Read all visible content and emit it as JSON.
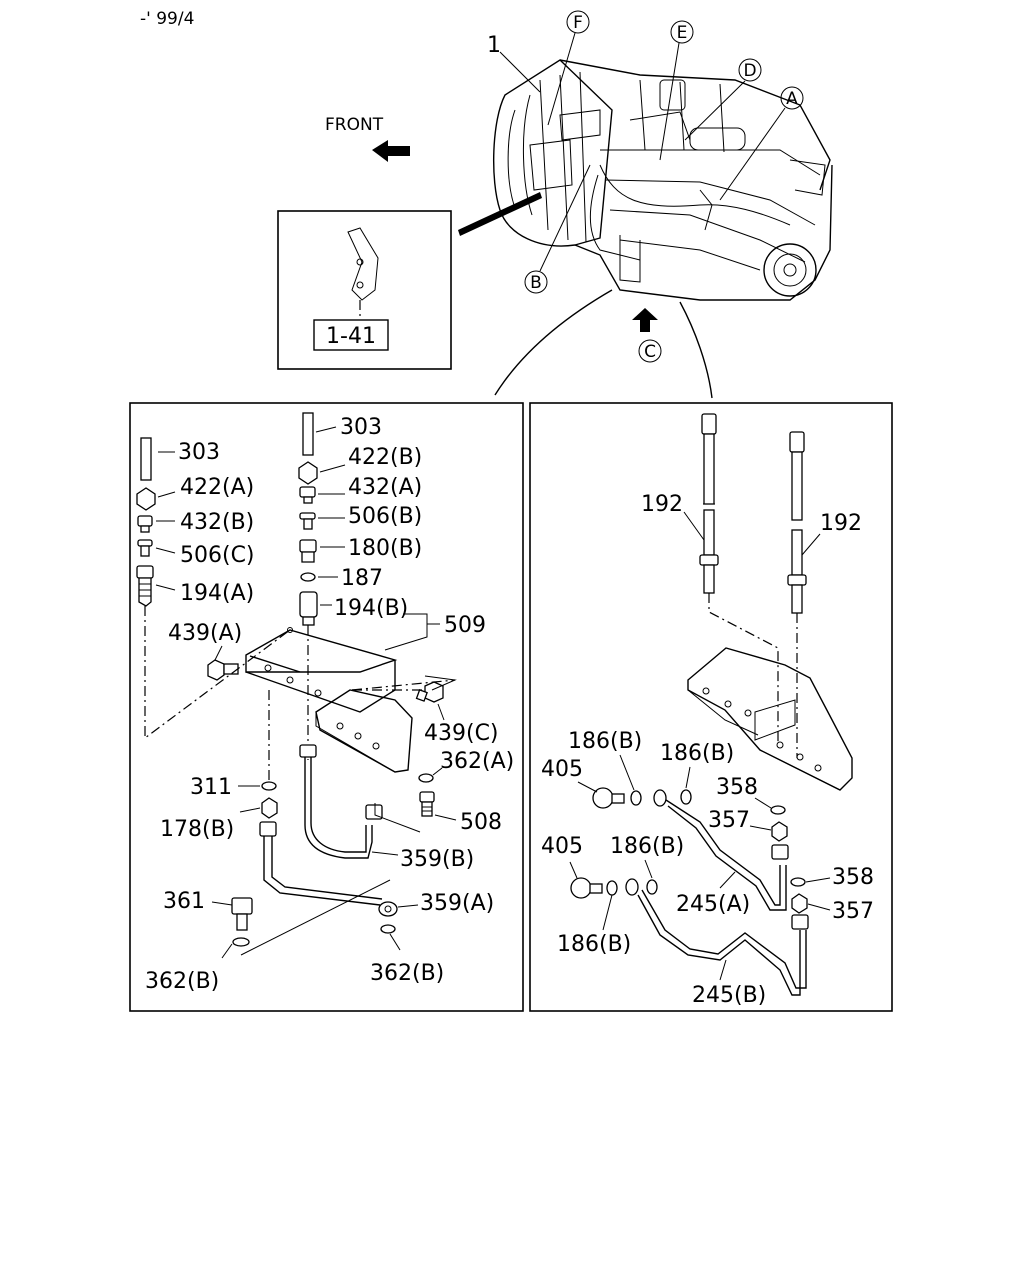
{
  "header": {
    "code": "-' 99/4"
  },
  "overview": {
    "callout_main": "1",
    "callouts": [
      "F",
      "E",
      "D",
      "A",
      "B",
      "C"
    ],
    "front_label": "FRONT",
    "inset_ref": "1-41"
  },
  "left_panel": {
    "labels": [
      "303",
      "422(A)",
      "432(B)",
      "506(C)",
      "194(A)",
      "439(A)",
      "303",
      "422(B)",
      "432(A)",
      "506(B)",
      "180(B)",
      "187",
      "194(B)",
      "509",
      "439(C)",
      "362(A)",
      "311",
      "178(B)",
      "508",
      "359(B)",
      "361",
      "359(A)",
      "362(B)",
      "362(B)"
    ]
  },
  "right_panel": {
    "labels": [
      "192",
      "192",
      "186(B)",
      "186(B)",
      "405",
      "358",
      "357",
      "405",
      "186(B)",
      "245(A)",
      "358",
      "357",
      "186(B)",
      "245(B)"
    ]
  }
}
